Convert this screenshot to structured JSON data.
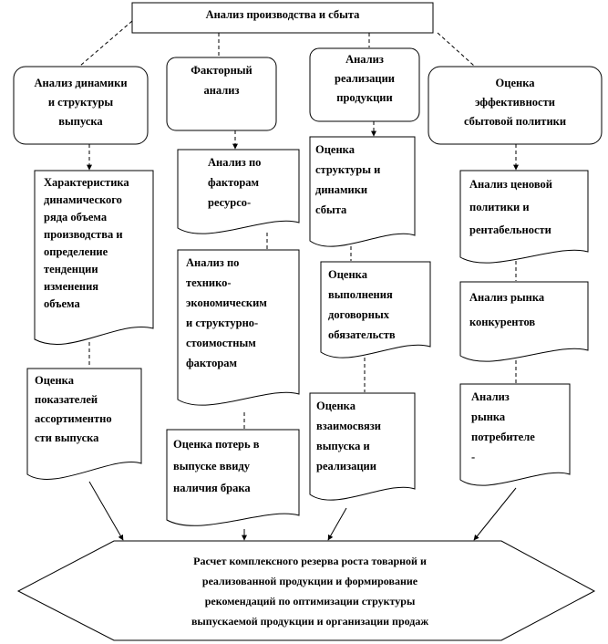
{
  "title": "Анализ производства и сбыта",
  "columns": [
    {
      "header": "Анализ динамики\nи структуры\nвыпуска",
      "docs": [
        "Характеристика\nдинамического\nряда объема\nпроизводства и\nопределение\nтенденции\nизменения\nобъема",
        "Оценка\nпоказателей\nассортиментно\nсти выпуска"
      ]
    },
    {
      "header": "Факторный\nанализ",
      "docs": [
        "Анализ по\nфакторам\nресурсо-",
        "Анализ по\nтехнико-\nэкономическим\nи структурно-\nстоимостным\nфакторам",
        "Оценка потерь в\nвыпуске ввиду\nналичия брака"
      ]
    },
    {
      "header": "Анализ\nреализации\nпродукции",
      "docs": [
        "Оценка\nструктуры и\nдинамики\nсбыта",
        "Оценка\nвыполнения\nдоговорных\nобязательств",
        "Оценка\nвзаимосвязи\nвыпуска и\nреализации"
      ]
    },
    {
      "header": "Оценка\nэффективности\nсбытовой политики",
      "docs": [
        "Анализ ценовой\nполитики и\nрентабельности",
        "Анализ рынка\nконкурентов",
        "Анализ\nрынка\nпотребителе\n-"
      ]
    }
  ],
  "result": "Расчет комплексного резерва роста товарной и\nреализованной продукции и формирование\nрекомендаций по оптимизации структуры\nвыпускаемой продукции и организации продаж"
}
